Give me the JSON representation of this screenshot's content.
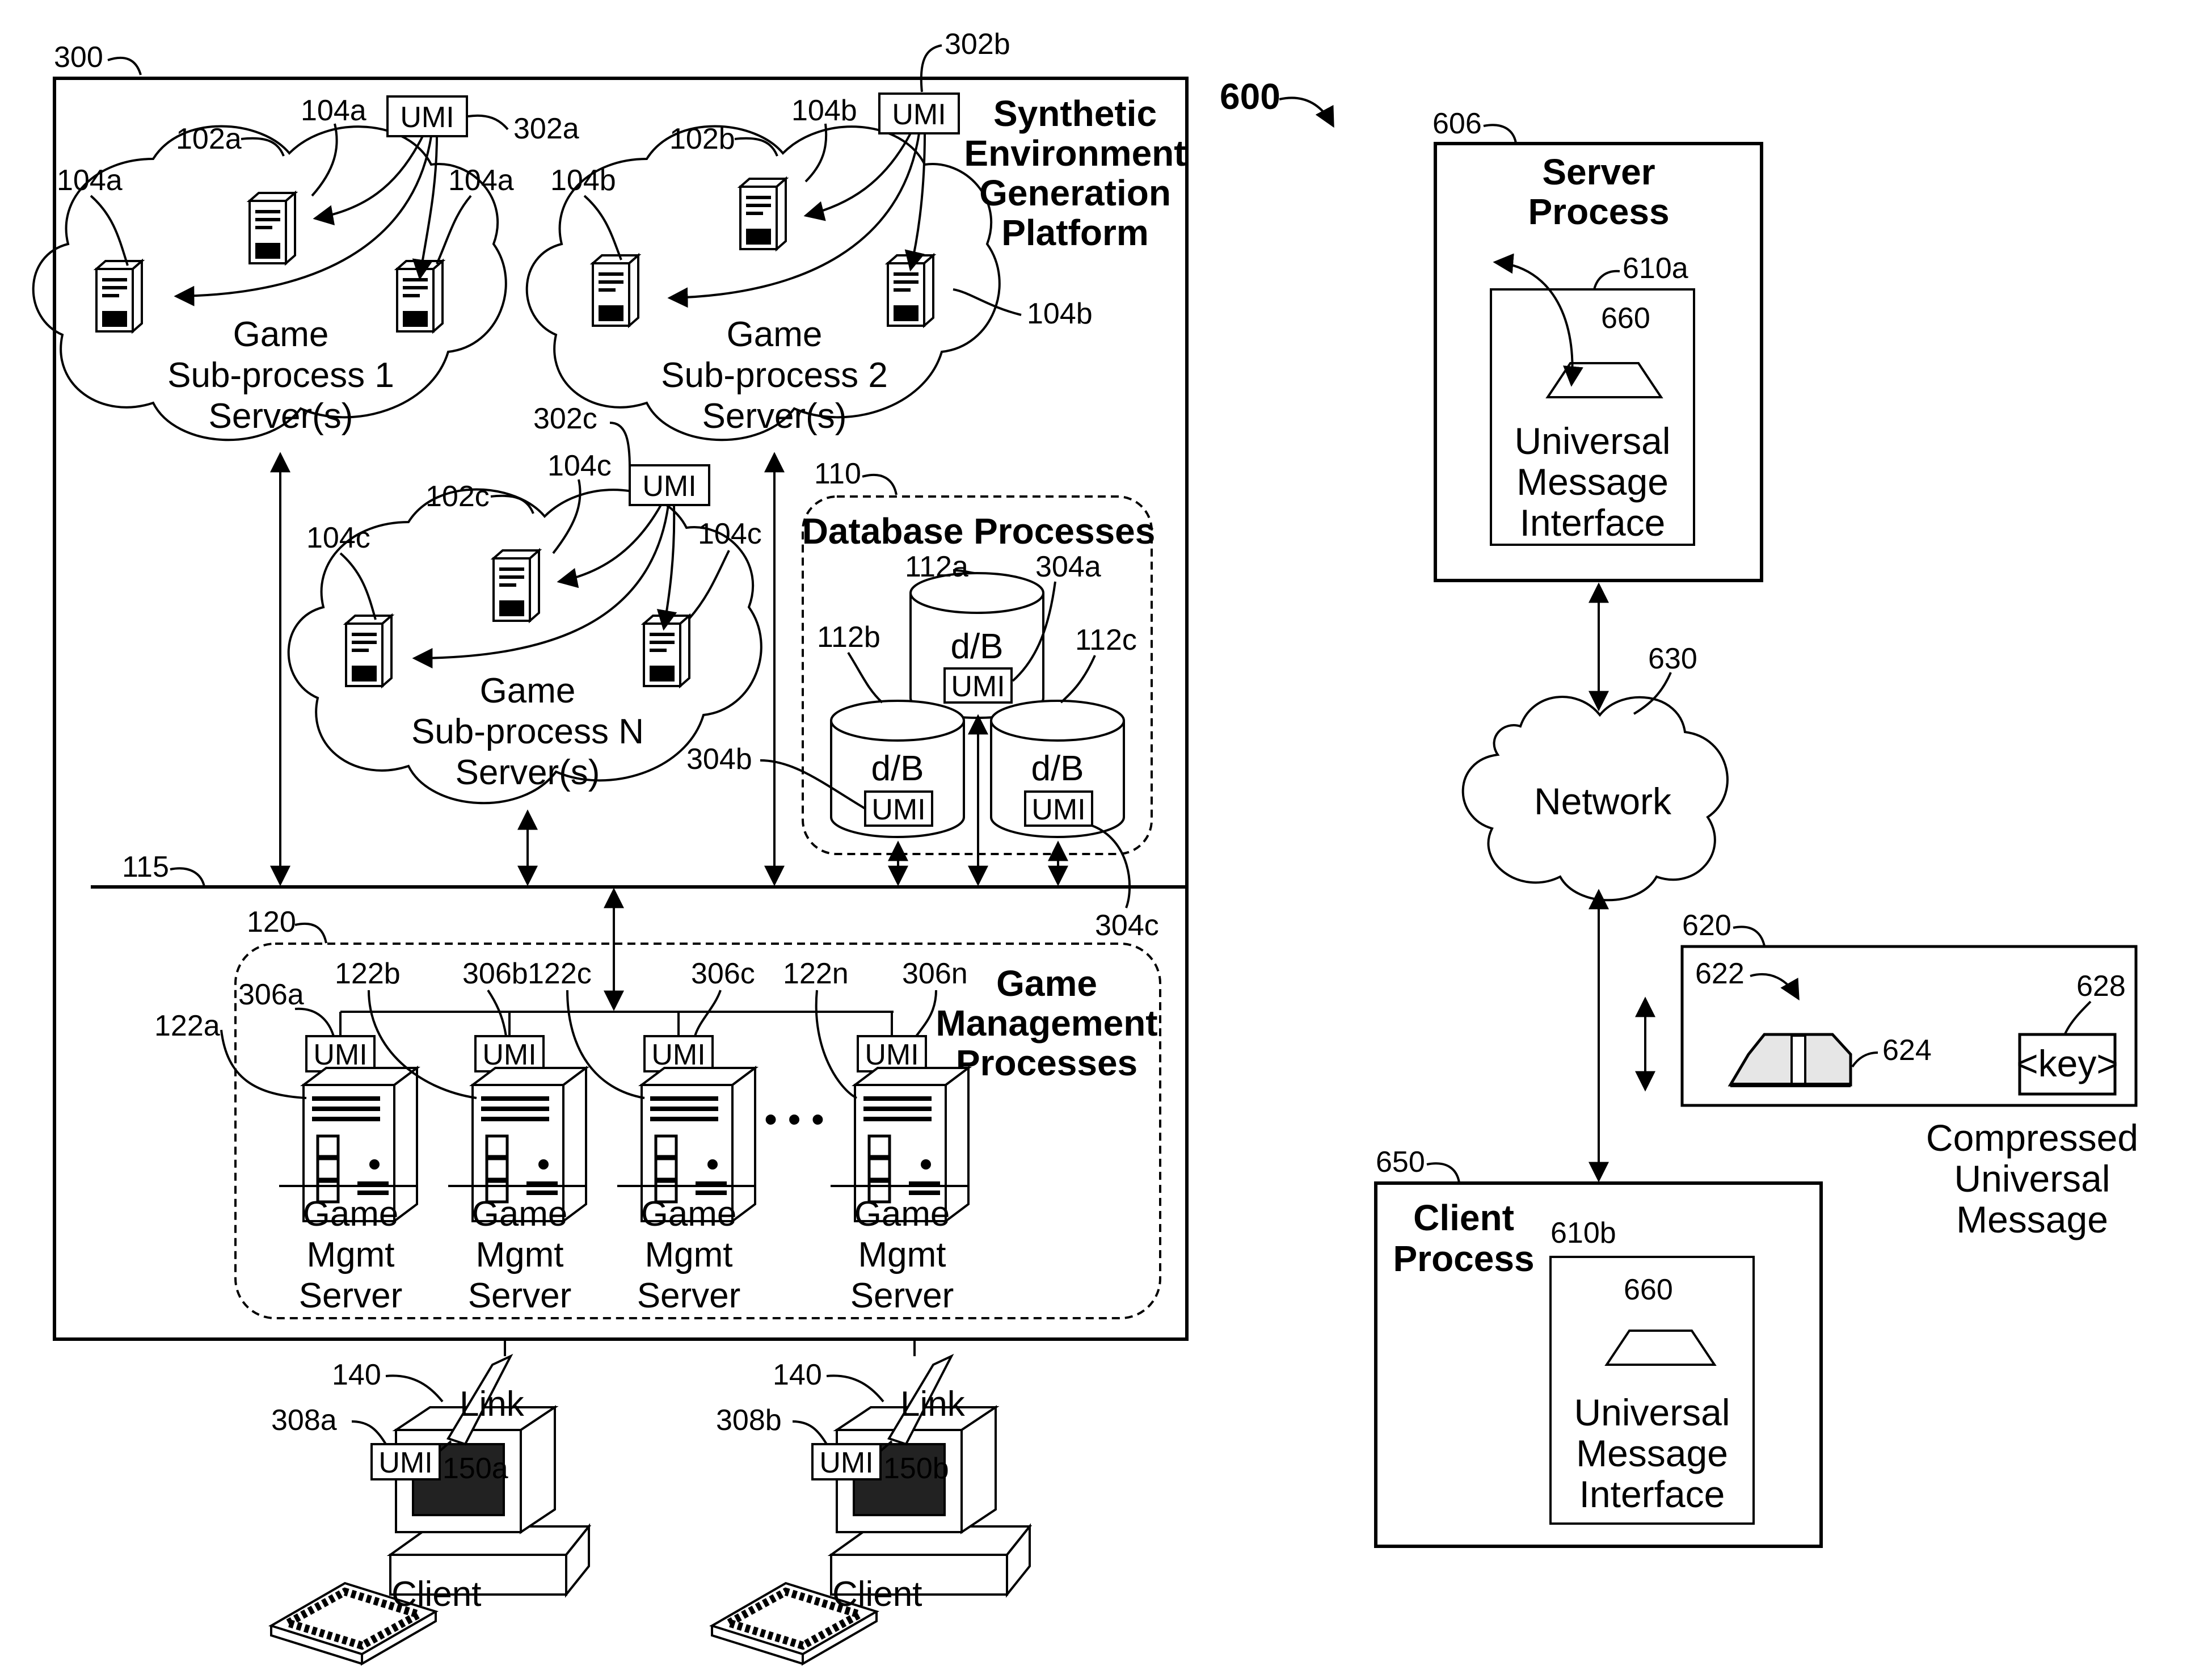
{
  "platform": {
    "ref": "300",
    "title_lines": [
      "Synthetic",
      "Environment",
      "Generation",
      "Platform"
    ]
  },
  "game_subprocesses": [
    {
      "ref": "102a",
      "server_ref": "104a",
      "umi_ref": "302a",
      "umi": "UMI",
      "label_lines": [
        "Game",
        "Sub-process 1",
        "Server(s)"
      ]
    },
    {
      "ref": "102b",
      "server_ref": "104b",
      "umi_ref": "302b",
      "umi": "UMI",
      "label_lines": [
        "Game",
        "Sub-process 2",
        "Server(s)"
      ]
    },
    {
      "ref": "102c",
      "server_ref": "104c",
      "umi_ref": "302c",
      "umi": "UMI",
      "label_lines": [
        "Game",
        "Sub-process N",
        "Server(s)"
      ]
    }
  ],
  "database": {
    "ref": "110",
    "title": "Database Processes",
    "dbs": [
      {
        "ref": "112a",
        "label": "d/B",
        "umi": "UMI",
        "umi_ref": "304a"
      },
      {
        "ref": "112b",
        "label": "d/B",
        "umi": "UMI",
        "umi_ref": "304b"
      },
      {
        "ref": "112c",
        "label": "d/B",
        "umi": "UMI",
        "umi_ref": "304c"
      }
    ]
  },
  "bus": {
    "ref": "115"
  },
  "game_mgmt": {
    "ref": "120",
    "title_lines": [
      "Game",
      "Management",
      "Processes"
    ],
    "ellipsis": "• • •",
    "servers": [
      {
        "ref": "122a",
        "umi_ref": "306a",
        "umi": "UMI",
        "label_lines": [
          "Game",
          "Mgmt",
          "Server"
        ]
      },
      {
        "ref": "122b",
        "umi_ref": "306b",
        "umi": "UMI",
        "label_lines": [
          "Game",
          "Mgmt",
          "Server"
        ]
      },
      {
        "ref": "122c",
        "umi_ref": "306c",
        "umi": "UMI",
        "label_lines": [
          "Game",
          "Mgmt",
          "Server"
        ]
      },
      {
        "ref": "122n",
        "umi_ref": "306n",
        "umi": "UMI",
        "label_lines": [
          "Game",
          "Mgmt",
          "Server"
        ]
      }
    ]
  },
  "clients": [
    {
      "ref": "150a",
      "umi_ref": "308a",
      "umi": "UMI",
      "link_ref": "140",
      "link": "Link",
      "label": "Client"
    },
    {
      "ref": "150b",
      "umi_ref": "308b",
      "umi": "UMI",
      "link_ref": "140",
      "link": "Link",
      "label": "Client"
    }
  ],
  "fig600": {
    "ref": "600",
    "server": {
      "ref": "606",
      "title_lines": [
        "Server",
        "Process"
      ],
      "umi_ref": "610a",
      "icon_ref": "660",
      "umi_lines": [
        "Universal",
        "Message",
        "Interface"
      ]
    },
    "network": {
      "ref": "630",
      "label": "Network"
    },
    "message": {
      "ref": "620",
      "arrow_ref": "622",
      "icon_ref": "624",
      "key_ref": "628",
      "key": "<key>",
      "caption_lines": [
        "Compressed",
        "Universal",
        "Message"
      ]
    },
    "client": {
      "ref": "650",
      "title_lines": [
        "Client",
        "Process"
      ],
      "umi_ref": "610b",
      "icon_ref": "660",
      "umi_lines": [
        "Universal",
        "Message",
        "Interface"
      ]
    }
  }
}
